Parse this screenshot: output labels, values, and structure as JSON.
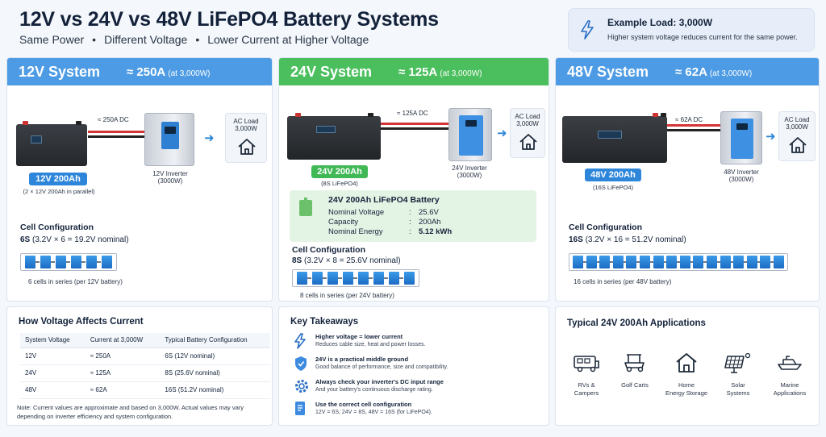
{
  "header": {
    "title": "12V vs 24V vs 48V LiFePO4 Battery Systems",
    "subtitle_parts": [
      "Same Power",
      "Different Voltage",
      "Lower Current at Higher Voltage"
    ],
    "separator": "•"
  },
  "example": {
    "title": "Example Load: 3,000W",
    "note": "Higher system voltage reduces current for the same power."
  },
  "columns": [
    {
      "system": "12V System",
      "current": "≈ 250A",
      "current_note": "(at 3,000W)",
      "band_color": "#4d9be4",
      "dc_label": "≈ 250A DC",
      "battery_pill": "12V 200Ah",
      "battery_pill_color": "#2e86da",
      "battery_caption": "(2 × 12V 200Ah in parallel)",
      "inverter_caption_1": "12V Inverter",
      "inverter_caption_2": "(3000W)",
      "ac_line1": "AC Load",
      "ac_line2": "3,000W",
      "cfg_title": "Cell Configuration",
      "cfg_bold": "6S",
      "cfg_rest": "(3.2V × 6 = 19.2V nominal)",
      "cell_count": 6,
      "cells_caption": "6 cells in series (per 12V battery)"
    },
    {
      "system": "24V System",
      "current": "≈ 125A",
      "current_note": "(at 3,000W)",
      "band_color": "#4bbf5d",
      "dc_label": "≈ 125A DC",
      "battery_pill": "24V 200Ah",
      "battery_pill_color": "#41b856",
      "battery_caption": "(8S LiFePO4)",
      "inverter_caption_1": "24V Inverter",
      "inverter_caption_2": "(3000W)",
      "ac_line1": "AC Load",
      "ac_line2": "3,000W",
      "cfg_title": "Cell Configuration",
      "cfg_bold": "8S",
      "cfg_rest": "(3.2V × 8 = 25.6V nominal)",
      "cell_count": 8,
      "cells_caption": "8 cells in series (per 24V battery)"
    },
    {
      "system": "48V System",
      "current": "≈ 62A",
      "current_note": "(at 3,000W)",
      "band_color": "#4d9be4",
      "dc_label": "≈ 62A DC",
      "battery_pill": "48V 200Ah",
      "battery_pill_color": "#2e86da",
      "battery_caption": "(16S LiFePO4)",
      "inverter_caption_1": "48V Inverter",
      "inverter_caption_2": "(3000W)",
      "ac_line1": "AC Load",
      "ac_line2": "3,000W",
      "cfg_title": "Cell Configuration",
      "cfg_bold": "16S",
      "cfg_rest": "(3.2V × 16 = 51.2V nominal)",
      "cell_count": 16,
      "cells_caption": "16 cells in series (per 48V battery)"
    }
  ],
  "spec": {
    "title": "24V 200Ah LiFePO4 Battery",
    "rows": [
      {
        "k": "Nominal Voltage",
        "v": "25.6V"
      },
      {
        "k": "Capacity",
        "v": "200Ah"
      },
      {
        "k": "Nominal Energy",
        "v": "5.12 kWh"
      }
    ]
  },
  "voltage_table": {
    "title": "How Voltage Affects Current",
    "headers": [
      "System Voltage",
      "Current at 3,000W",
      "Typical Battery Configuration"
    ],
    "rows": [
      [
        "12V",
        "≈ 250A",
        "6S (12V nominal)"
      ],
      [
        "24V",
        "≈ 125A",
        "8S (25.6V nominal)"
      ],
      [
        "48V",
        "≈ 62A",
        "16S (51.2V nominal)"
      ]
    ],
    "note": "Note: Current values are approximate and based on 3,000W. Actual values may vary depending on inverter efficiency and system configuration."
  },
  "takeaways": {
    "title": "Key Takeaways",
    "items": [
      {
        "icon": "lightning-icon",
        "a": "Higher voltage = lower current",
        "b": "Reduces cable size, heat and power losses."
      },
      {
        "icon": "shield-icon",
        "a": "24V is a practical middle ground",
        "b": "Good balance of performance, size and compatibility."
      },
      {
        "icon": "gear-icon",
        "a": "Always check your inverter's DC input range",
        "b": "And your battery's continuous discharge rating."
      },
      {
        "icon": "document-icon",
        "a": "Use the correct cell configuration",
        "b": "12V = 6S, 24V = 8S, 48V = 16S (for LiFePO4)."
      }
    ]
  },
  "applications": {
    "title": "Typical 24V 200Ah Applications",
    "items": [
      {
        "icon": "rv-icon",
        "l1": "RVs &",
        "l2": "Campers"
      },
      {
        "icon": "golf-cart-icon",
        "l1": "Golf Carts",
        "l2": ""
      },
      {
        "icon": "home-icon",
        "l1": "Home",
        "l2": "Energy Storage"
      },
      {
        "icon": "solar-panel-icon",
        "l1": "Solar",
        "l2": "Systems"
      },
      {
        "icon": "boat-icon",
        "l1": "Marine",
        "l2": "Applications"
      }
    ]
  }
}
